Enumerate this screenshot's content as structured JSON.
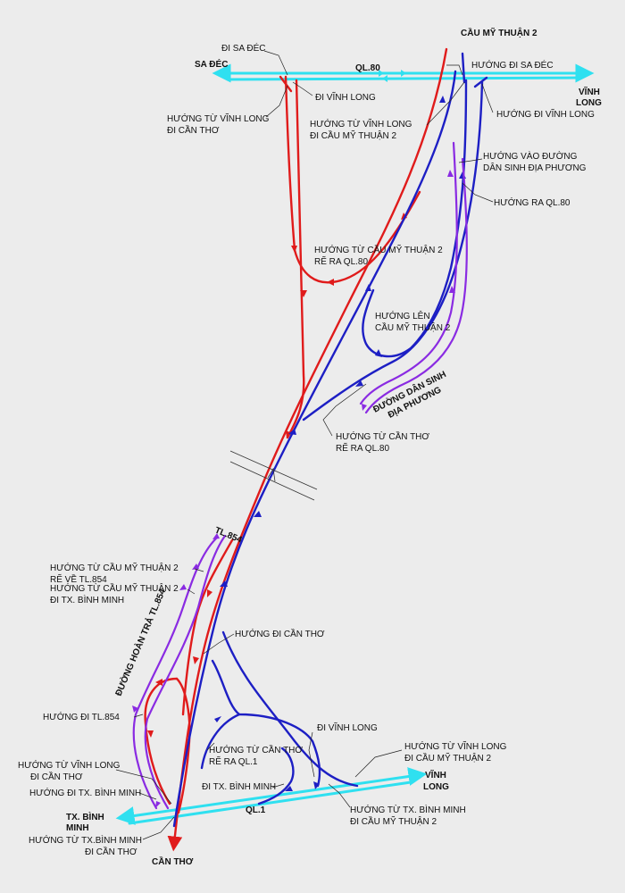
{
  "colors": {
    "background": "#ececec",
    "road_existing": "#2fe0f0",
    "route_red": "#e01b1b",
    "route_blue": "#1d1fc4",
    "route_purple": "#8a2be2"
  },
  "labels": {
    "cau_my_thuan_2": "CẦU MỸ THUẬN 2",
    "sa_dec": "SA ĐÉC",
    "ql80": "QL.80",
    "vinh_long_top_1": "VĨNH",
    "vinh_long_top_2": "LONG",
    "di_sa_dec": "ĐI SA ĐÉC",
    "di_vinh_long_top": "ĐI VĨNH LONG",
    "huong_tu_vl_di_ct_1": "HƯỚNG TỪ VĨNH LONG",
    "huong_tu_vl_di_ct_2": "ĐI CẦN THƠ",
    "huong_di_sa_dec": "HƯỚNG ĐI SA ĐÉC",
    "huong_tu_vl_cmt2_top_1": "HƯỚNG TỪ VĨNH LONG",
    "huong_tu_vl_cmt2_top_2": "ĐI CẦU MỸ THUẬN 2",
    "huong_di_vinh_long": "HƯỚNG ĐI VĨNH LONG",
    "huong_vao_dsdp_1": "HƯỚNG VÀO ĐƯỜNG",
    "huong_vao_dsdp_2": "DÂN SINH ĐỊA PHƯƠNG",
    "huong_ra_ql80": "HƯỚNG RA QL.80",
    "huong_tu_cmt2_re_ql80_1": "HƯỚNG TỪ CẦU MỸ THUẬN 2",
    "huong_tu_cmt2_re_ql80_2": "RẼ RA QL.80",
    "huong_len_cmt2_1": "HƯỚNG LÊN",
    "huong_len_cmt2_2": "CẦU MỸ THUẬN 2",
    "duong_dan_sinh_1": "ĐƯỜNG DÂN SINH",
    "duong_dan_sinh_2": "ĐỊA PHƯƠNG",
    "huong_tu_ct_re_ql80_1": "HƯỚNG TỪ CẦN THƠ",
    "huong_tu_ct_re_ql80_2": "RẼ RA QL.80",
    "tl854": "TL.854",
    "huong_tu_cmt2_re_tl854_1": "HƯỚNG TỪ  CẦU MỸ THUẬN 2",
    "huong_tu_cmt2_re_tl854_2": "RẼ VỀ TL.854",
    "huong_tu_cmt2_di_bm_1": "HƯỚNG TỪ CẦU MỸ THUẬN 2",
    "huong_tu_cmt2_di_bm_2": "ĐI TX. BÌNH MINH",
    "huong_di_can_tho": "HƯỚNG ĐI CẦN THƠ",
    "duong_hoan_tra": "ĐƯỜNG HOÀN TRẢ TL.854",
    "huong_di_tl854": "HƯỚNG ĐI TL.854",
    "di_vinh_long_bottom": "ĐI VĨNH LONG",
    "huong_tu_vl_cmt2_bot_1": "HƯỚNG TỪ VĨNH LONG",
    "huong_tu_vl_cmt2_bot_2": "ĐI CẦU MỸ THUẬN 2",
    "huong_tu_ct_re_ql1_1": "HƯỚNG TỪ CẦN THƠ",
    "huong_tu_ct_re_ql1_2": "RẼ RA QL.1",
    "huong_tu_vl_di_ct_bot_1": "HƯỚNG TỪ VĨNH LONG",
    "huong_tu_vl_di_ct_bot_2": "ĐI CẦN THƠ",
    "vinh_long_bot_1": "VĨNH",
    "vinh_long_bot_2": "LONG",
    "huong_di_tx_bm_left": "HƯỚNG ĐI TX. BÌNH MINH",
    "di_tx_bm": "ĐI TX. BÌNH MINH",
    "ql1": "QL.1",
    "huong_tu_bm_di_cmt2_1": "HƯỚNG TỪ TX. BÌNH MINH",
    "huong_tu_bm_di_cmt2_2": "ĐI CẦU MỸ THUẬN 2",
    "tx_binh_minh_1": "TX. BÌNH",
    "tx_binh_minh_2": "MINH",
    "huong_tu_bm_di_ct_1": "HƯỚNG TỪ TX.BÌNH MINH",
    "huong_tu_bm_di_ct_2": "ĐI CẦN THƠ",
    "can_tho": "CẦN THƠ"
  }
}
